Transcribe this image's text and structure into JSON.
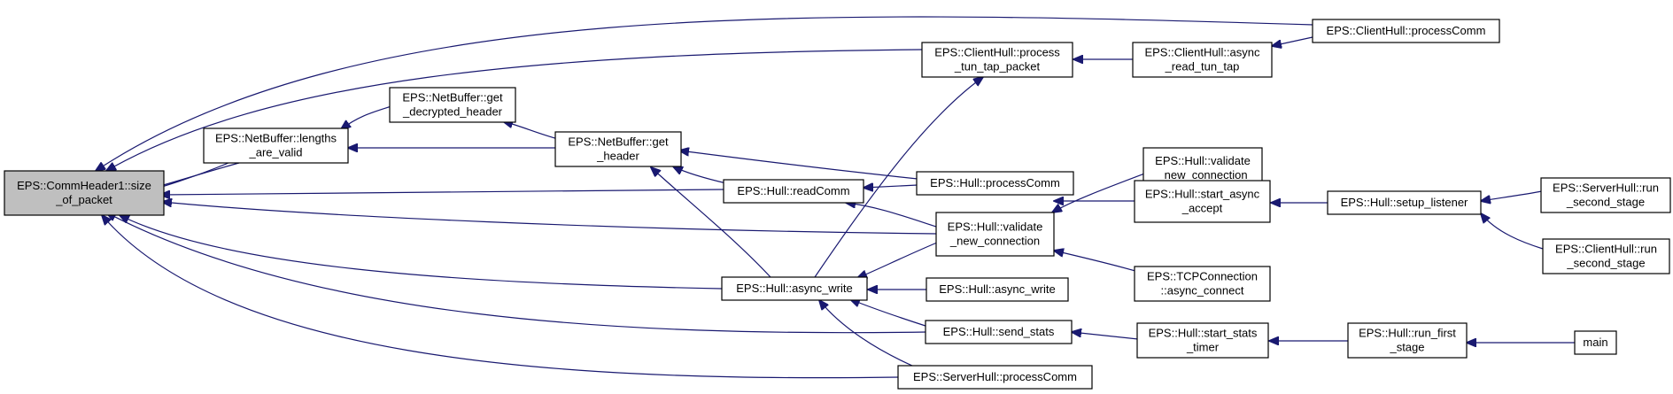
{
  "colors": {
    "edge": "#191970",
    "root_fill": "#bfbfbf",
    "node_fill": "#ffffff",
    "border": "#000000"
  },
  "nodes": [
    {
      "id": "root",
      "lines": [
        "EPS::CommHeader1::size",
        "_of_packet"
      ],
      "root": true
    },
    {
      "id": "lengths",
      "lines": [
        "EPS::NetBuffer::lengths",
        "_are_valid"
      ]
    },
    {
      "id": "getdec",
      "lines": [
        "EPS::NetBuffer::get",
        "_decrypted_header"
      ]
    },
    {
      "id": "gethdr",
      "lines": [
        "EPS::NetBuffer::get",
        "_header"
      ]
    },
    {
      "id": "ch_ptt",
      "lines": [
        "EPS::ClientHull::process",
        "_tun_tap_packet"
      ]
    },
    {
      "id": "ch_art",
      "lines": [
        "EPS::ClientHull::async",
        "_read_tun_tap"
      ]
    },
    {
      "id": "ch_pc",
      "lines": [
        "EPS::ClientHull::processComm"
      ]
    },
    {
      "id": "h_read",
      "lines": [
        "EPS::Hull::readComm"
      ]
    },
    {
      "id": "h_pc",
      "lines": [
        "EPS::Hull::processComm"
      ]
    },
    {
      "id": "h_vnc",
      "lines": [
        "EPS::Hull::validate",
        "_new_connection"
      ]
    },
    {
      "id": "h_vnc2",
      "lines": [
        "EPS::Hull::validate",
        "_new_connection"
      ]
    },
    {
      "id": "h_saa",
      "lines": [
        "EPS::Hull::start_async",
        "_accept"
      ]
    },
    {
      "id": "tcp_ac",
      "lines": [
        "EPS::TCPConnection",
        "::async_connect"
      ]
    },
    {
      "id": "h_sl",
      "lines": [
        "EPS::Hull::setup_listener"
      ]
    },
    {
      "id": "sh_rss",
      "lines": [
        "EPS::ServerHull::run",
        "_second_stage"
      ]
    },
    {
      "id": "ch_rss",
      "lines": [
        "EPS::ClientHull::run",
        "_second_stage"
      ]
    },
    {
      "id": "h_aw",
      "lines": [
        "EPS::Hull::async_write"
      ]
    },
    {
      "id": "h_aw2",
      "lines": [
        "EPS::Hull::async_write"
      ]
    },
    {
      "id": "h_ss",
      "lines": [
        "EPS::Hull::send_stats"
      ]
    },
    {
      "id": "h_sst",
      "lines": [
        "EPS::Hull::start_stats",
        "_timer"
      ]
    },
    {
      "id": "h_rfs",
      "lines": [
        "EPS::Hull::run_first",
        "_stage"
      ]
    },
    {
      "id": "main",
      "lines": [
        "main"
      ]
    },
    {
      "id": "sh_pc",
      "lines": [
        "EPS::ServerHull::processComm"
      ]
    }
  ]
}
